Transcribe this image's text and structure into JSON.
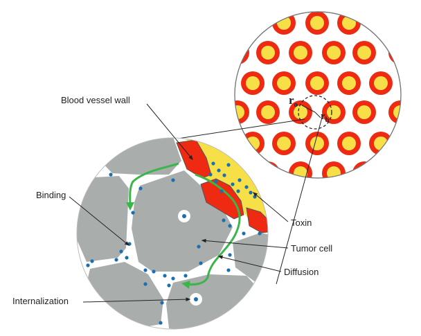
{
  "labels": {
    "blood_vessel_wall": "Blood vessel wall",
    "binding": "Binding",
    "toxin": "Toxin",
    "tumor_cell": "Tumor cell",
    "diffusion": "Diffusion",
    "internalization": "Internalization"
  },
  "symbols": {
    "r_main": "r",
    "r_o_sub": "o",
    "r_b_main": "r",
    "r_b_sub": "b"
  },
  "colors": {
    "cell_gray": "#a9adab",
    "vessel_red": "#ee2a12",
    "vessel_yellow": "#f6df47",
    "diffusion_green": "#3ab54a",
    "toxin_blue": "#1a6fb0",
    "outline": "#555555"
  }
}
